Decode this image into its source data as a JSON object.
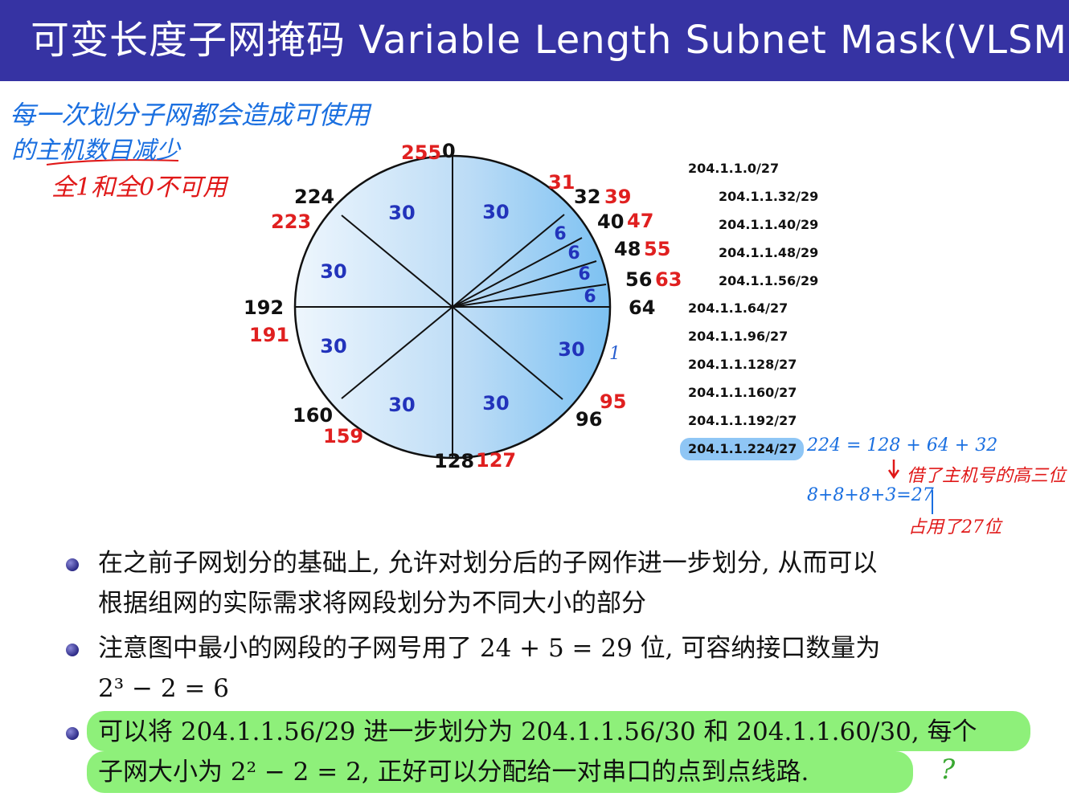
{
  "title": "可变长度子网掩码 Variable Length Subnet Mask(VLSM)",
  "colors": {
    "title_bar": "#3633a3",
    "boundary_red": "#e02020",
    "host_blue": "#2233bb",
    "handwriting_blue": "#1a6fe0",
    "handwriting_red": "#e01818",
    "highlight_green": "#8ef07a",
    "highlight_blue": "#8fc6f5"
  },
  "diagram": {
    "sectors": [
      {
        "label": "30"
      },
      {
        "label": "6"
      },
      {
        "label": "6"
      },
      {
        "label": "6"
      },
      {
        "label": "6"
      },
      {
        "label": "30"
      },
      {
        "label": "30"
      },
      {
        "label": "30"
      },
      {
        "label": "30"
      },
      {
        "label": "30"
      },
      {
        "label": "30"
      },
      {
        "label": "30"
      }
    ],
    "boundaries": {
      "b0": {
        "black": "0",
        "red": "255"
      },
      "b32": {
        "black": "32",
        "red": "31",
        "red2": "39"
      },
      "b40": {
        "black": "40",
        "red": "47"
      },
      "b48": {
        "black": "48",
        "red": "55"
      },
      "b56": {
        "black": "56",
        "red": "63"
      },
      "b64": {
        "black": "64"
      },
      "b96": {
        "black": "96",
        "red": "95"
      },
      "b128": {
        "black": "128",
        "red": "127"
      },
      "b160": {
        "black": "160",
        "red": "159"
      },
      "b192": {
        "black": "192",
        "red": "191"
      },
      "b224": {
        "black": "224",
        "red": "223"
      }
    },
    "subnets": [
      "204.1.1.0/27",
      "204.1.1.32/29",
      "204.1.1.40/29",
      "204.1.1.48/29",
      "204.1.1.56/29",
      "204.1.1.64/27",
      "204.1.1.96/27",
      "204.1.1.128/27",
      "204.1.1.160/27",
      "204.1.1.192/27",
      "204.1.1.224/27"
    ]
  },
  "handwriting": {
    "note1_line1": "每一次划分子网都会造成可使用",
    "note1_line2": "的主机数目减少",
    "note2": "全1和全0不可用",
    "calc1": "224 = 128 + 64 + 32",
    "calc2": "借了主机号的高三位",
    "calc3": "8+8+8+3=27",
    "calc4": "占用了27位",
    "tick": "1",
    "question": "?"
  },
  "bullets": [
    {
      "lines": [
        "在之前子网划分的基础上, 允许对划分后的子网作进一步划分, 从而可以",
        "根据组网的实际需求将网段划分为不同大小的部分"
      ]
    },
    {
      "lines": [
        "注意图中最小的网段的子网号用了 24 + 5 = 29 位, 可容纳接口数量为",
        "2³ − 2 = 6"
      ]
    },
    {
      "lines": [
        "可以将 204.1.1.56/29 进一步划分为 204.1.1.56/30 和 204.1.1.60/30, 每个",
        "子网大小为 2² − 2 = 2, 正好可以分配给一对串口的点到点线路."
      ]
    }
  ]
}
